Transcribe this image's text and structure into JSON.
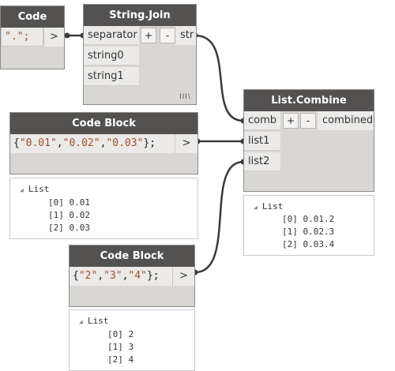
{
  "nodes": {
    "code_block_1": {
      "title": "Code Block",
      "code": "\".\";",
      "out_label": ">"
    },
    "string_join": {
      "title": "String.Join",
      "inputs": [
        "separator",
        "string0",
        "string1"
      ],
      "add_label": "+",
      "remove_label": "-",
      "output": "str",
      "grip": "III\\"
    },
    "code_block_2": {
      "title": "Code Block",
      "code_parts": [
        "{",
        "\"0.01\"",
        ",",
        "\"0.02\"",
        ",",
        "\"0.03\"",
        "};"
      ],
      "out_label": ">"
    },
    "code_block_3": {
      "title": "Code Block",
      "code_parts": [
        "{",
        "\"2\"",
        ",",
        "\"3\"",
        ",",
        "\"4\"",
        "};"
      ],
      "out_label": ">"
    },
    "list_combine": {
      "title": "List.Combine",
      "inputs": [
        "comb",
        "list1",
        "list2"
      ],
      "add_label": "+",
      "remove_label": "-",
      "output": "combined"
    }
  },
  "previews": {
    "cb2": {
      "header": "List",
      "items": [
        "[0] 0.01",
        "[1] 0.02",
        "[2] 0.03"
      ]
    },
    "cb3": {
      "header": "List",
      "items": [
        "[0] 2",
        "[1] 3",
        "[2] 4"
      ]
    },
    "combine": {
      "header": "List",
      "items": [
        "[0] 0.01.2",
        "[1] 0.02.3",
        "[2] 0.03.4"
      ]
    }
  },
  "colors": {
    "header": "#545151",
    "body": "#d9d7d3",
    "port": "#ebeae8",
    "wire": "#3a3a3a",
    "string": "#a3502b"
  }
}
